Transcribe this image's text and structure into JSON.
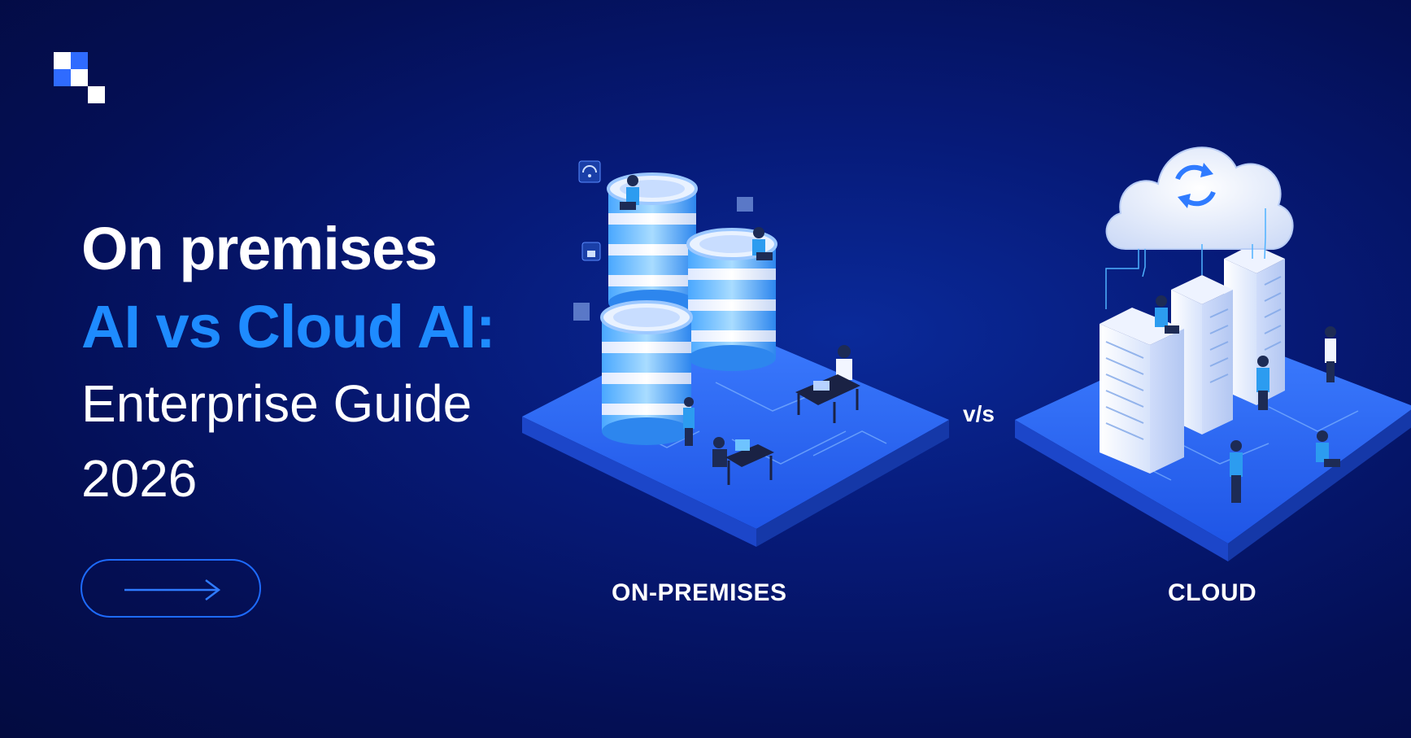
{
  "headline": {
    "line1": "On premises",
    "line2": "AI vs Cloud AI:",
    "line3": "Enterprise Guide",
    "line4": "2026"
  },
  "labels": {
    "left": "ON-PREMISES",
    "right": "CLOUD",
    "versus": "v/s"
  },
  "icons": {
    "logo": "checker-logo-icon",
    "button_arrow": "arrow-right-icon"
  },
  "colors": {
    "background": "#061a78",
    "accent": "#1e8bff",
    "platform": "#2f6bff",
    "text": "#ffffff"
  }
}
